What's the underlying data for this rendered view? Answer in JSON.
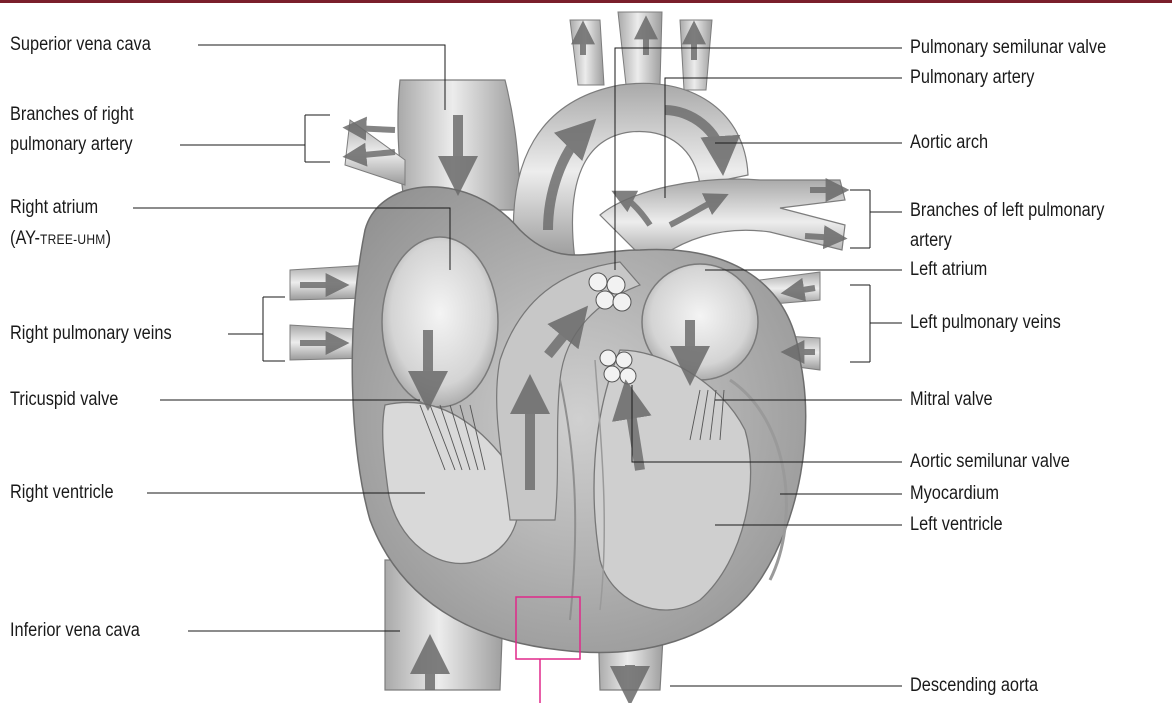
{
  "labels": {
    "superior_vena_cava": "Superior vena cava",
    "branches_right_pa_1": "Branches of right",
    "branches_right_pa_2": "pulmonary artery",
    "right_atrium": "Right atrium",
    "pron_open": "(AY-",
    "pron_sc": "TREE-UHM",
    "pron_close": ")",
    "right_pulmonary_veins": "Right pulmonary veins",
    "tricuspid_valve": "Tricuspid valve",
    "right_ventricle": "Right ventricle",
    "inferior_vena_cava": "Inferior vena cava",
    "pulmonary_semilunar_valve": "Pulmonary semilunar valve",
    "pulmonary_artery": "Pulmonary artery",
    "aortic_arch": "Aortic arch",
    "branches_left_pa_1": "Branches of left pulmonary",
    "branches_left_pa_2": "artery",
    "left_atrium": "Left atrium",
    "left_pulmonary_veins": "Left pulmonary veins",
    "mitral_valve": "Mitral valve",
    "aortic_semilunar_valve": "Aortic semilunar valve",
    "myocardium": "Myocardium",
    "left_ventricle": "Left ventricle",
    "descending_aorta": "Descending aorta"
  },
  "colors": {
    "top_rule": "#7a1f2b",
    "leader_line": "#1a1a1a",
    "highlight_box": "#e0298a",
    "tissue_light": "#eeeeee",
    "tissue_mid": "#c9c9c9",
    "tissue_dark": "#8a8a8a",
    "arrow": "#6f6f6f"
  }
}
